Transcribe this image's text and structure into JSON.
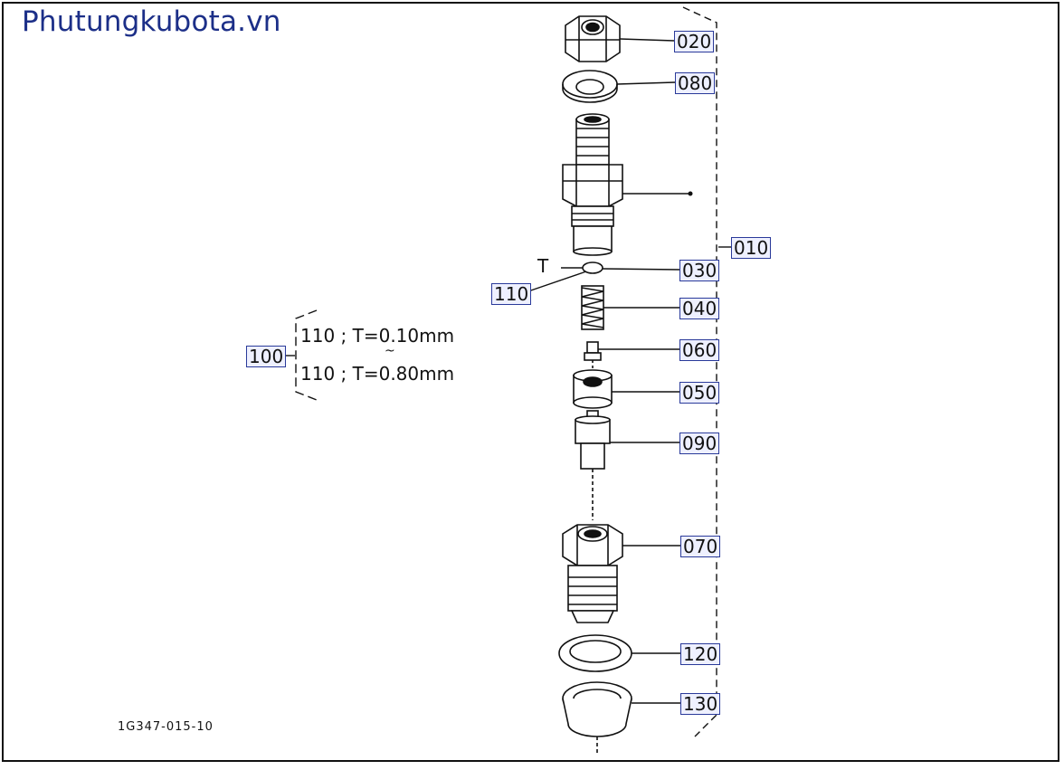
{
  "watermark": "Phutungkubota.vn",
  "drawing_code": "1G347-015-10",
  "thickness_mark": "T",
  "callouts": {
    "c020": "020",
    "c080": "080",
    "c010": "010",
    "c030": "030",
    "c110": "110",
    "c040": "040",
    "c060": "060",
    "c050": "050",
    "c090": "090",
    "c070": "070",
    "c120": "120",
    "c130": "130",
    "c100": "100"
  },
  "shim_spec": {
    "min": "110 ; T=0.10mm",
    "range_mark": "~",
    "max": "110 ; T=0.80mm"
  },
  "colors": {
    "watermark": "#1c2f88",
    "callout_border": "#2a3a9a",
    "callout_fill": "#eef0ff",
    "line": "#111111"
  }
}
